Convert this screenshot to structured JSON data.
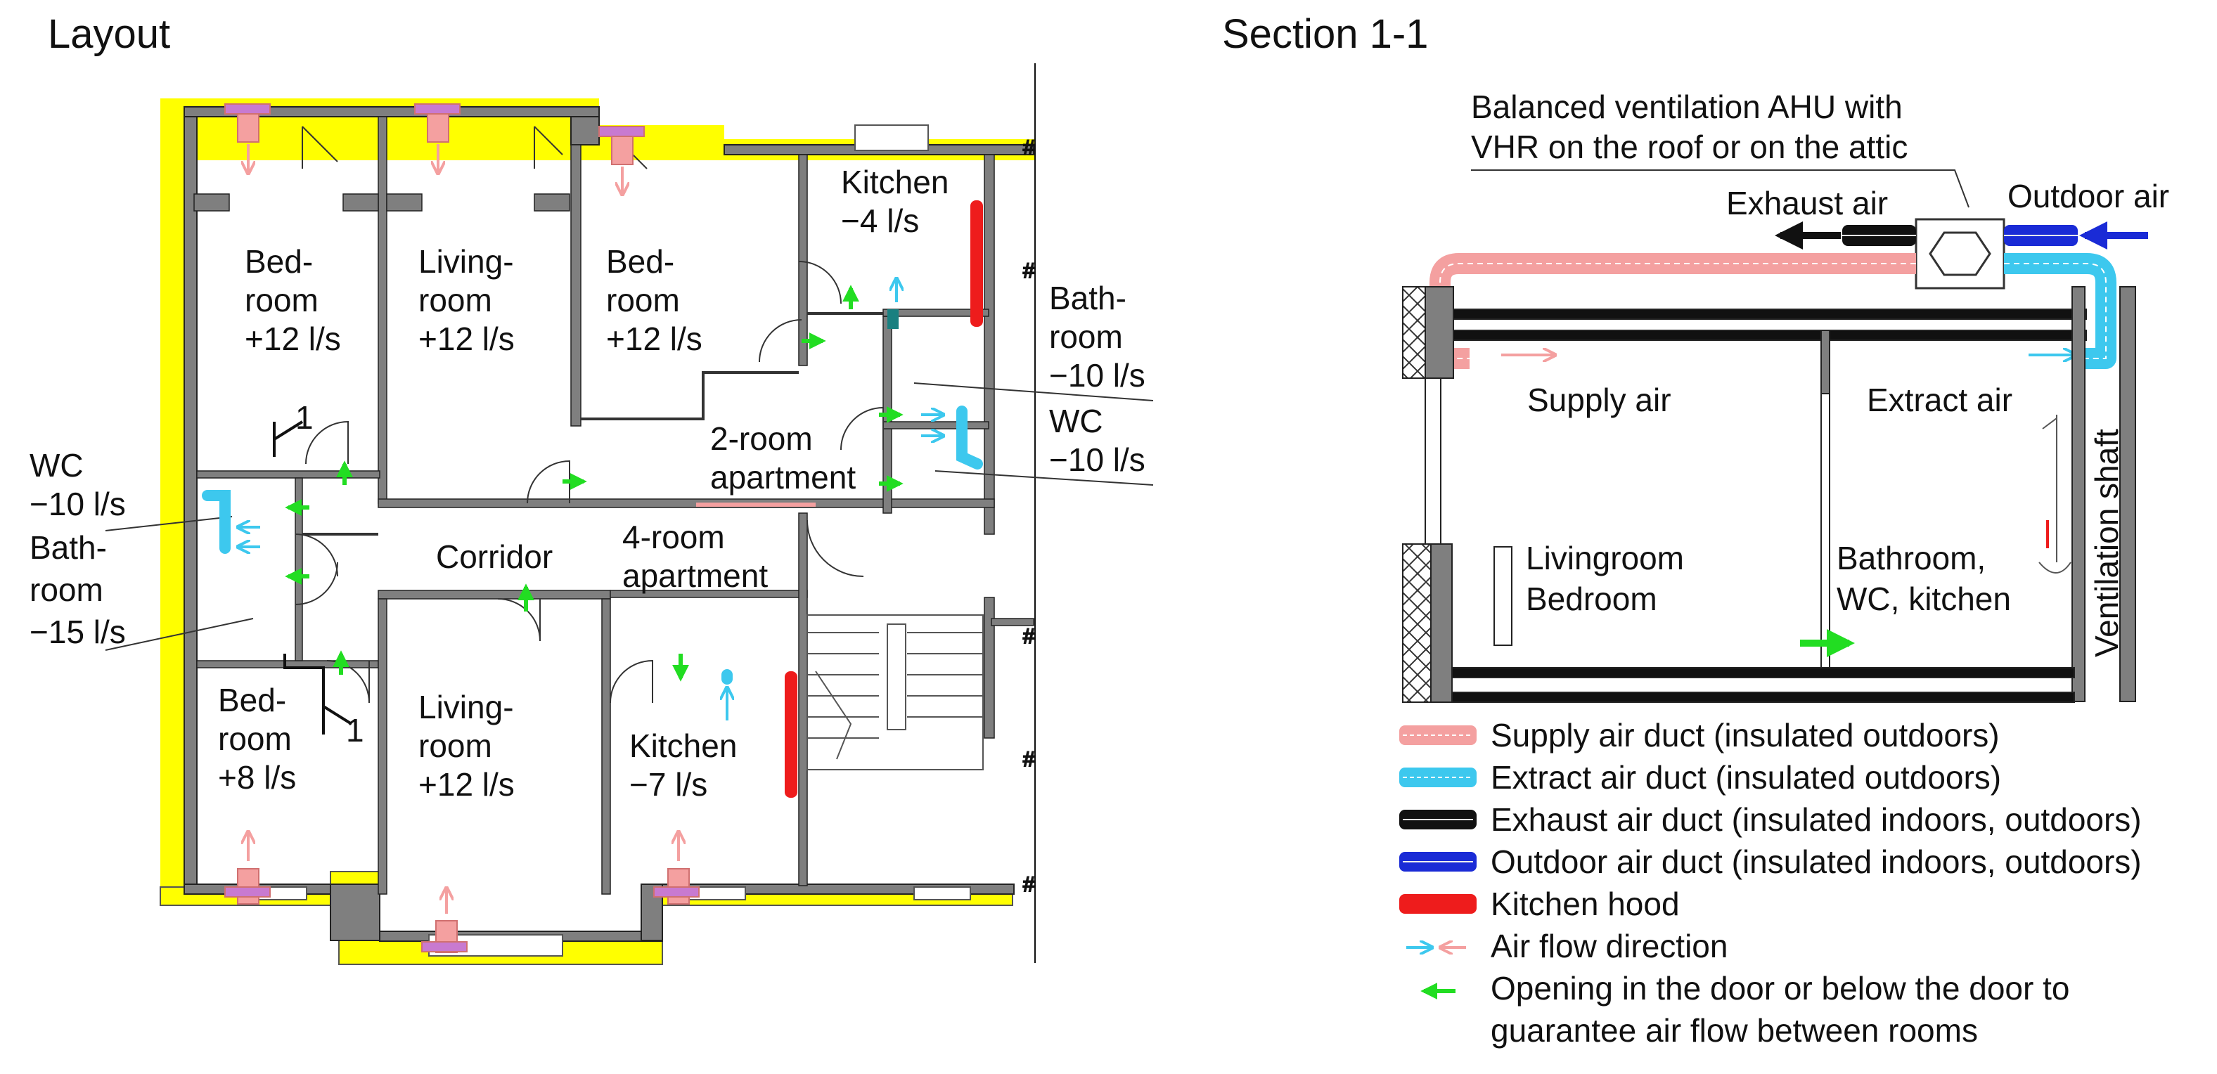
{
  "titles": {
    "layout": "Layout",
    "section": "Section 1-1"
  },
  "rooms": {
    "bedroom_nw": {
      "name1": "Bed-",
      "name2": "room",
      "flow": "+12 l/s"
    },
    "livingroom_n": {
      "name1": "Living-",
      "name2": "room",
      "flow": "+12 l/s"
    },
    "bedroom_n": {
      "name1": "Bed-",
      "name2": "room",
      "flow": "+12 l/s"
    },
    "kitchen_n": {
      "name": "Kitchen",
      "flow": "−4 l/s"
    },
    "bathroom_e": {
      "name1": "Bath-",
      "name2": "room",
      "flow": "−10 l/s"
    },
    "wc_e": {
      "name": "WC",
      "flow": "−10 l/s"
    },
    "apartment_2": {
      "line1": "2-room",
      "line2": "apartment"
    },
    "apartment_4": {
      "line1": "4-room",
      "line2": "apartment"
    },
    "corridor": {
      "name": "Corridor"
    },
    "wc_w": {
      "name": "WC",
      "flow": "−10 l/s"
    },
    "bathroom_w": {
      "name1": "Bath-",
      "name2": "room",
      "flow": "−15 l/s"
    },
    "bedroom_sw": {
      "name1": "Bed-",
      "name2": "room",
      "flow": "+8 l/s"
    },
    "livingroom_s": {
      "name1": "Living-",
      "name2": "room",
      "flow": "+12 l/s"
    },
    "kitchen_s": {
      "name": "Kitchen",
      "flow": "−7 l/s"
    }
  },
  "section_mark": "1",
  "section": {
    "ahu_line1": "Balanced ventilation AHU with",
    "ahu_line2": "VHR  on the roof or on the attic",
    "exhaust_air": "Exhaust air",
    "outdoor_air": "Outdoor air",
    "supply_air": "Supply air",
    "extract_air": "Extract air",
    "room_left1": "Livingroom",
    "room_left2": "Bedroom",
    "room_right1": "Bathroom,",
    "room_right2": "WC, kitchen",
    "shaft": "Ventilation shaft"
  },
  "legend": [
    {
      "label": "Supply air duct (insulated outdoors)",
      "color": "#f4a0a0",
      "kind": "duct"
    },
    {
      "label": "Extract air duct (insulated outdoors)",
      "color": "#3dc8ee",
      "kind": "duct"
    },
    {
      "label": "Exhaust air duct (insulated indoors, outdoors)",
      "color": "#111111",
      "kind": "duct"
    },
    {
      "label": "Outdoor air duct (insulated indoors, outdoors)",
      "color": "#1a2bd6",
      "kind": "duct"
    },
    {
      "label": "Kitchen hood",
      "color": "#ee1c1c",
      "kind": "duct"
    },
    {
      "label": "Air flow direction",
      "kind": "arrows"
    },
    {
      "label": "Opening in the door or below the door to",
      "label2": "guarantee air flow between rooms",
      "kind": "green-arrow"
    }
  ],
  "colors": {
    "insulation": "#ffff00",
    "wall": "#7f7f7f",
    "supply": "#f4a0a0",
    "extract": "#3dc8ee",
    "exhaust": "#111111",
    "outdoor": "#1a2bd6",
    "hood": "#ee1c1c",
    "opening": "#22dd22"
  }
}
